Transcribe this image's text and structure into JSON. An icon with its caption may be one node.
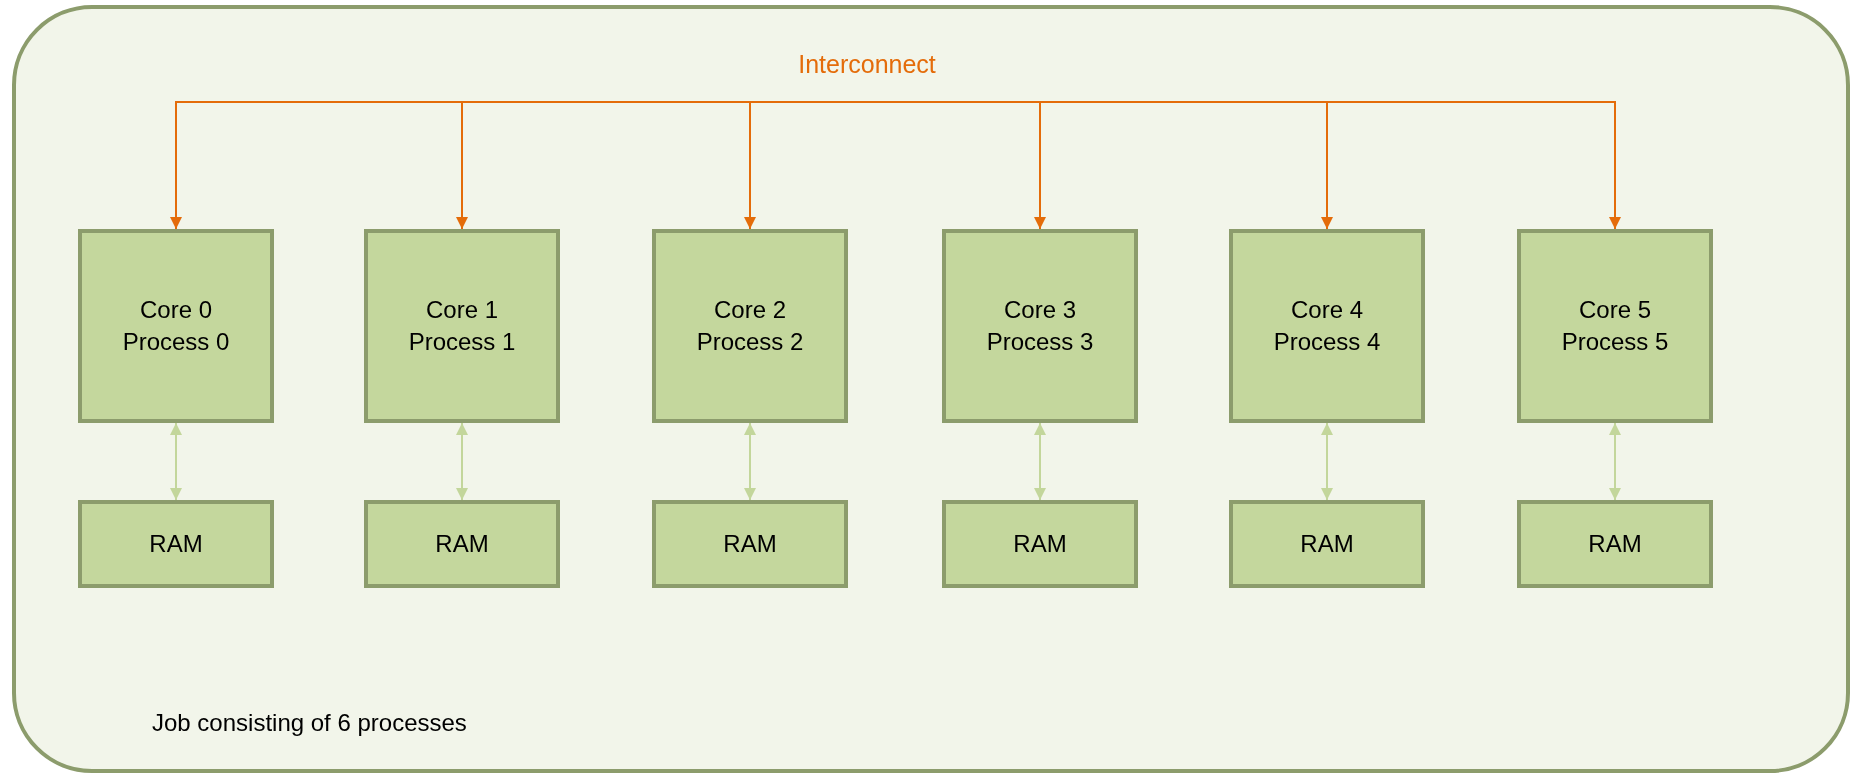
{
  "diagram": {
    "nodes": [
      {
        "text": [
          "Job consisting of 6 processes"
        ]
      },
      {
        "text": [
          "Interconnect"
        ],
        "in": 0
      },
      {
        "text": [
          "Core 0",
          "Process 0"
        ],
        "in": 0
      },
      {
        "text": [
          "Core 1",
          "Process 1"
        ],
        "in": 0
      },
      {
        "text": [
          "Core 2",
          "Process 2"
        ],
        "in": 0
      },
      {
        "text": [
          "Core 3",
          "Process 3"
        ],
        "in": 0
      },
      {
        "text": [
          "Core 4",
          "Process 4"
        ],
        "in": 0
      },
      {
        "text": [
          "Core 5",
          "Process 5"
        ],
        "in": 0
      },
      {
        "text": [
          "RAM"
        ],
        "in": 0
      },
      {
        "text": [
          "RAM"
        ],
        "in": 0
      },
      {
        "text": [
          "RAM"
        ],
        "in": 0
      },
      {
        "text": [
          "RAM"
        ],
        "in": 0
      },
      {
        "text": [
          "RAM"
        ],
        "in": 0
      },
      {
        "text": [
          "RAM"
        ],
        "in": 0
      }
    ],
    "edges": [
      {
        "from": 1,
        "to": 2,
        "arrow": "to",
        "color": "#e46c0a"
      },
      {
        "from": 1,
        "to": 3,
        "arrow": "to",
        "color": "#e46c0a"
      },
      {
        "from": 1,
        "to": 4,
        "arrow": "to",
        "color": "#e46c0a"
      },
      {
        "from": 1,
        "to": 5,
        "arrow": "to",
        "color": "#e46c0a"
      },
      {
        "from": 1,
        "to": 6,
        "arrow": "to",
        "color": "#e46c0a"
      },
      {
        "from": 1,
        "to": 7,
        "arrow": "to",
        "color": "#e46c0a"
      },
      {
        "from": 2,
        "to": 8,
        "arrow": "both",
        "color": "#c3d69b"
      },
      {
        "from": 3,
        "to": 9,
        "arrow": "both",
        "color": "#c3d69b"
      },
      {
        "from": 4,
        "to": 10,
        "arrow": "both",
        "color": "#c3d69b"
      },
      {
        "from": 5,
        "to": 11,
        "arrow": "both",
        "color": "#c3d69b"
      },
      {
        "from": 6,
        "to": 12,
        "arrow": "both",
        "color": "#c3d69b"
      },
      {
        "from": 7,
        "to": 13,
        "arrow": "both",
        "color": "#c3d69b"
      }
    ]
  }
}
